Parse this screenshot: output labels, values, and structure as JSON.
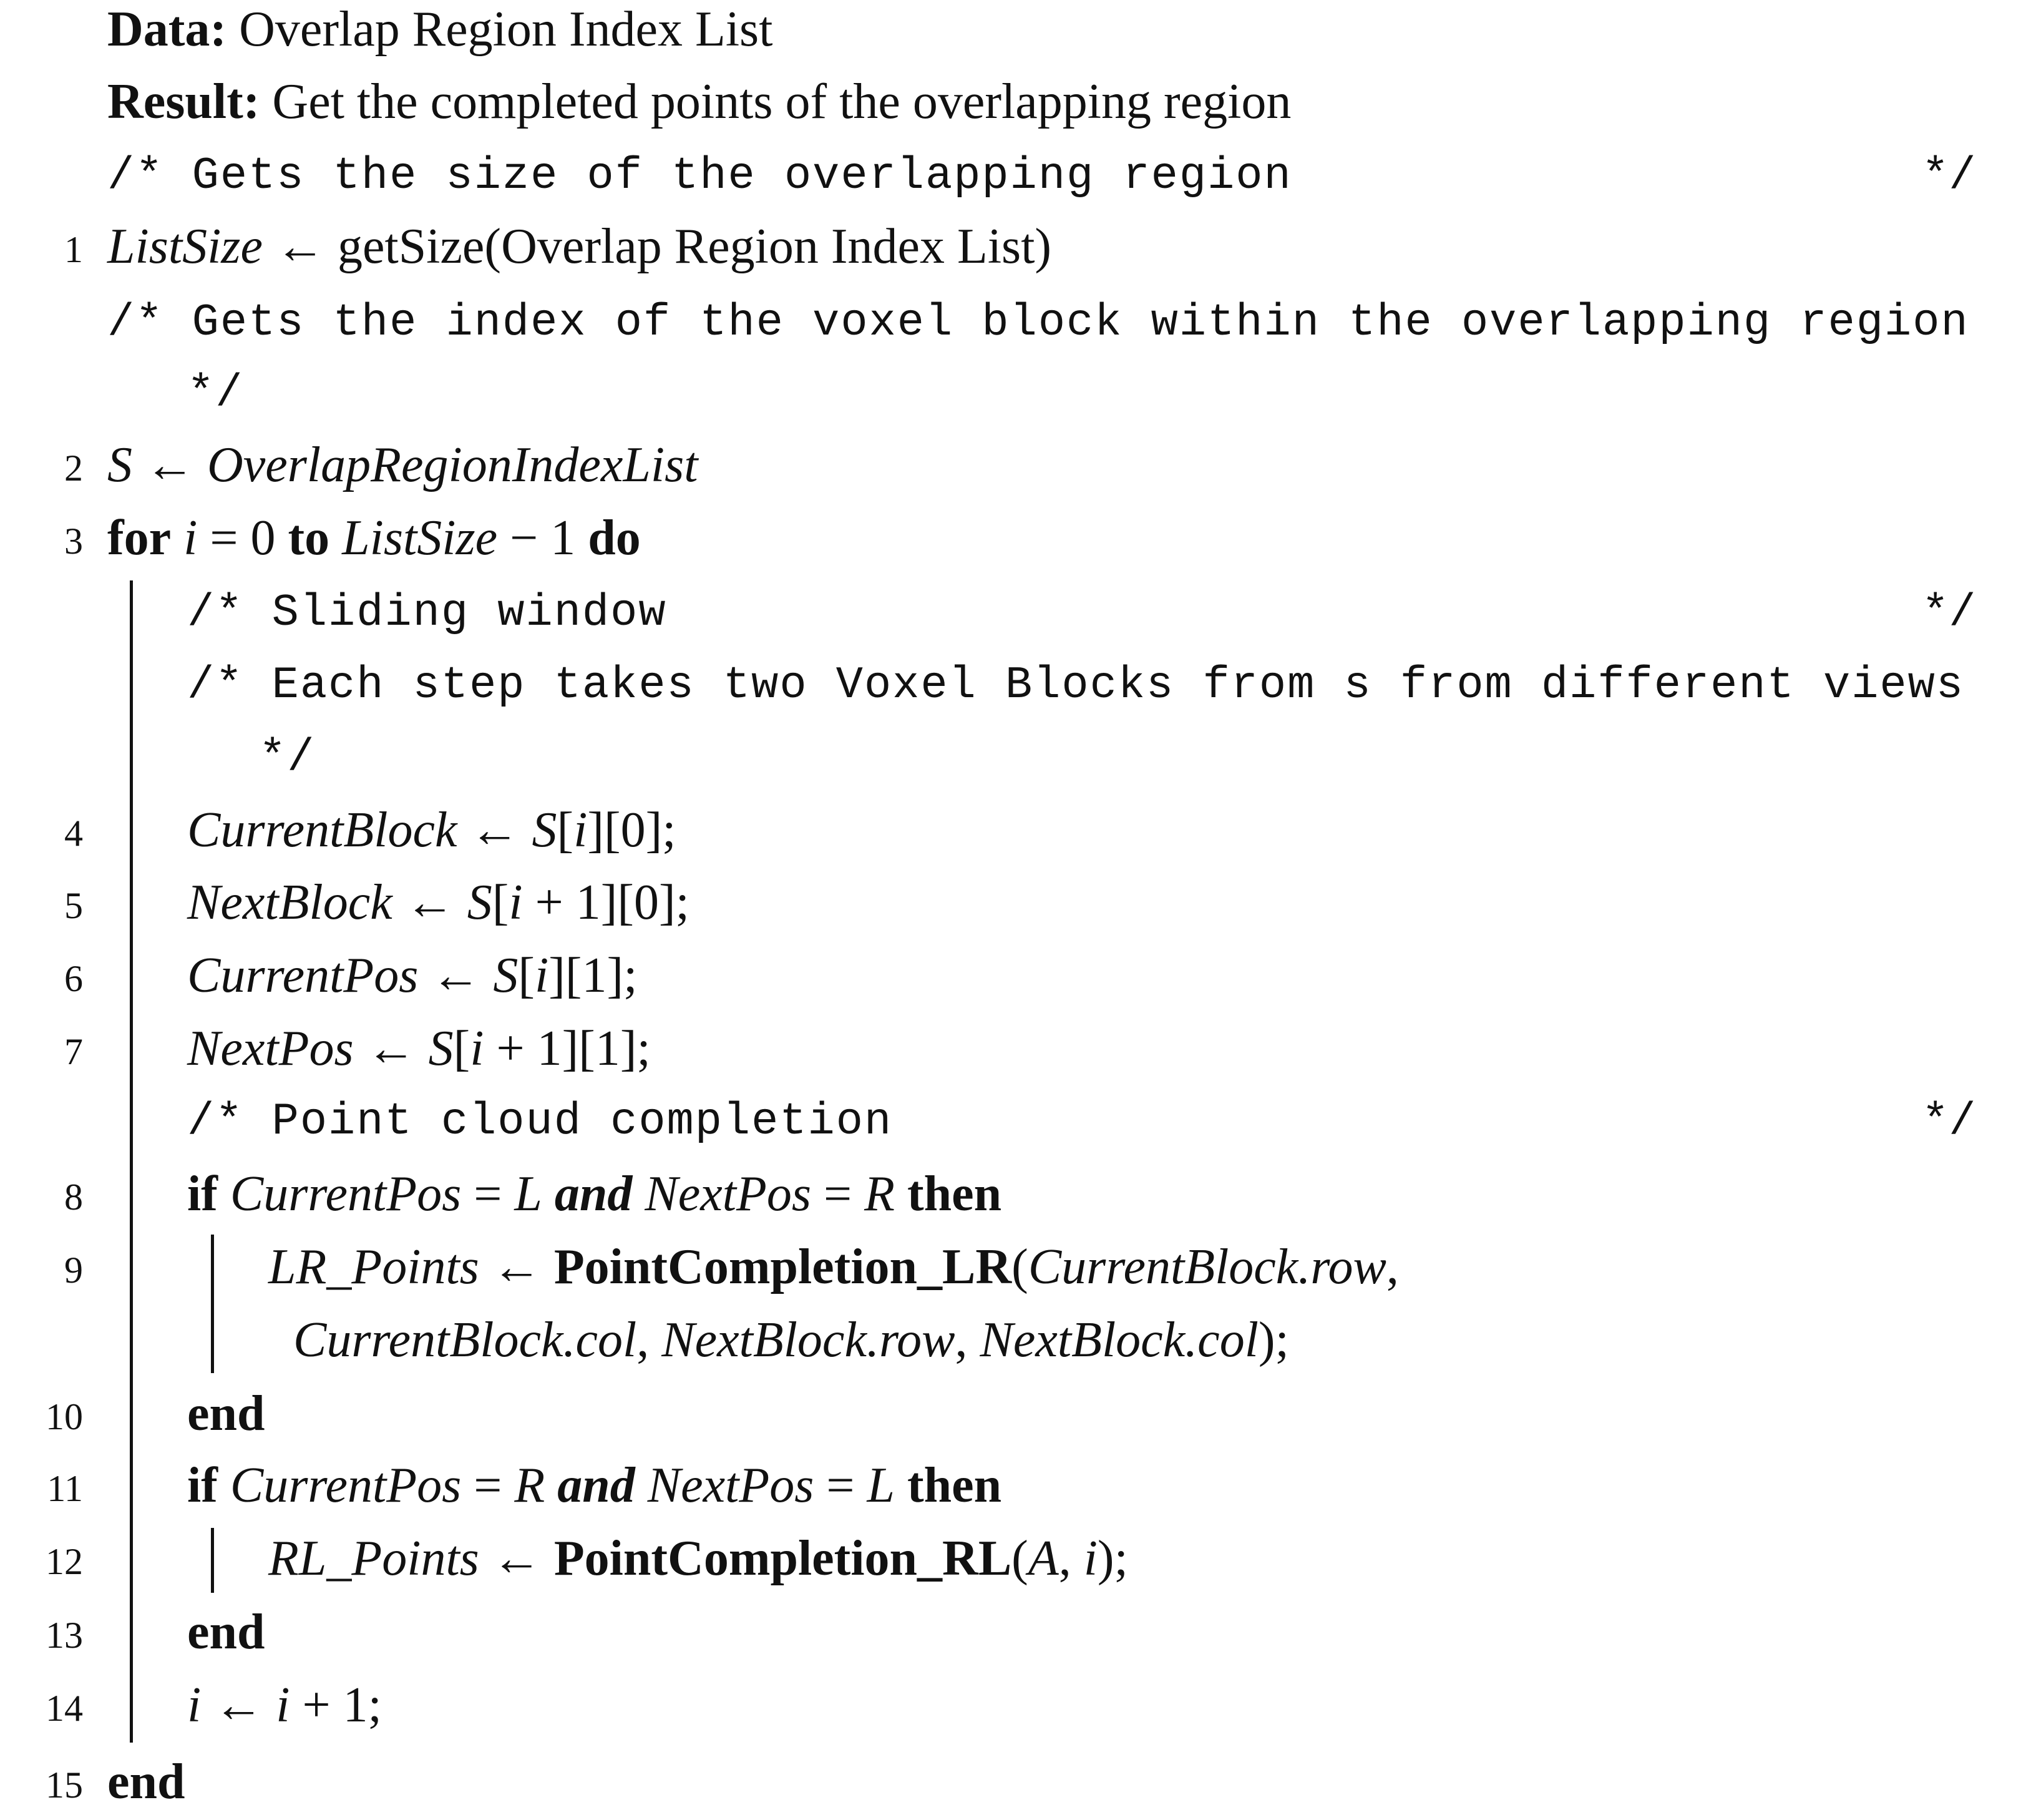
{
  "header": {
    "data_label": "Data:",
    "data_text": " Overlap Region Index List",
    "result_label": "Result:",
    "result_text": " Get the completed points of the overlapping region"
  },
  "comments": {
    "c1": "/* Gets the size of the overlapping region",
    "c1_end": "*/",
    "c2": "/* Gets the index of the voxel block within the overlapping region",
    "c2_end": "*/",
    "c3": "/* Sliding window",
    "c3_end": "*/",
    "c4": "/* Each step takes two Voxel Blocks from s from different views",
    "c4_end": "*/",
    "c5": "/* Point cloud completion",
    "c5_end": "*/"
  },
  "line_numbers": [
    "1",
    "2",
    "3",
    "4",
    "5",
    "6",
    "7",
    "8",
    "9",
    "10",
    "11",
    "12",
    "13",
    "14",
    "15"
  ],
  "lines": {
    "l1": {
      "var": "ListSize",
      "arrow": " ← ",
      "rest": "getSize(Overlap Region Index List)"
    },
    "l2": {
      "var": "S",
      "arrow": " ← ",
      "rest": "OverlapRegionIndexList"
    },
    "l3": {
      "kw_for": "for",
      "i": "i",
      "eq": " = 0 ",
      "kw_to": "to",
      "size": " ListSize",
      "minus": " − 1 ",
      "kw_do": "do"
    },
    "l4": {
      "var": "CurrentBlock",
      "arrow": " ← ",
      "s": "S",
      "idx": "[",
      "i": "i",
      "rest": "][0];"
    },
    "l5": {
      "var": "NextBlock",
      "arrow": " ← ",
      "s": "S",
      "idx": "[",
      "i": "i",
      "rest": " + 1][0];"
    },
    "l6": {
      "var": "CurrentPos",
      "arrow": " ← ",
      "s": "S",
      "idx": "[",
      "i": "i",
      "rest": "][1];"
    },
    "l7": {
      "var": "NextPos",
      "arrow": " ← ",
      "s": "S",
      "idx": "[",
      "i": "i",
      "rest": " + 1][1];"
    },
    "l8": {
      "kw_if": "if",
      "cur": " CurrentPos",
      "eq1": " = ",
      "l": "L",
      "kw_and": " and ",
      "next": "NextPos",
      "eq2": " = ",
      "r": "R",
      "kw_then": " then"
    },
    "l9": {
      "var": "LR_Points",
      "arrow": " ← ",
      "fn": "PointCompletion_LR",
      "open": "(",
      "arg1": "CurrentBlock.row",
      "comma": ","
    },
    "l9b": {
      "arg2": "CurrentBlock.col",
      "c1": ", ",
      "arg3": "NextBlock.row",
      "c2": ", ",
      "arg4": "NextBlock.col",
      "close": ");"
    },
    "l10": {
      "kw_end": "end"
    },
    "l11": {
      "kw_if": "if",
      "cur": " CurrentPos",
      "eq1": " = ",
      "r": "R",
      "kw_and": " and ",
      "next": "NextPos",
      "eq2": " = ",
      "l": "L",
      "kw_then": " then"
    },
    "l12": {
      "var": "RL_Points",
      "arrow": " ← ",
      "fn": "PointCompletion_RL",
      "open": "(",
      "a": "A",
      "comma": ", ",
      "i": "i",
      "close": ");"
    },
    "l13": {
      "kw_end": "end"
    },
    "l14": {
      "i1": "i",
      "arrow": " ← ",
      "i2": "i",
      "rest": " + 1;"
    },
    "l15": {
      "kw_end": "end"
    }
  }
}
